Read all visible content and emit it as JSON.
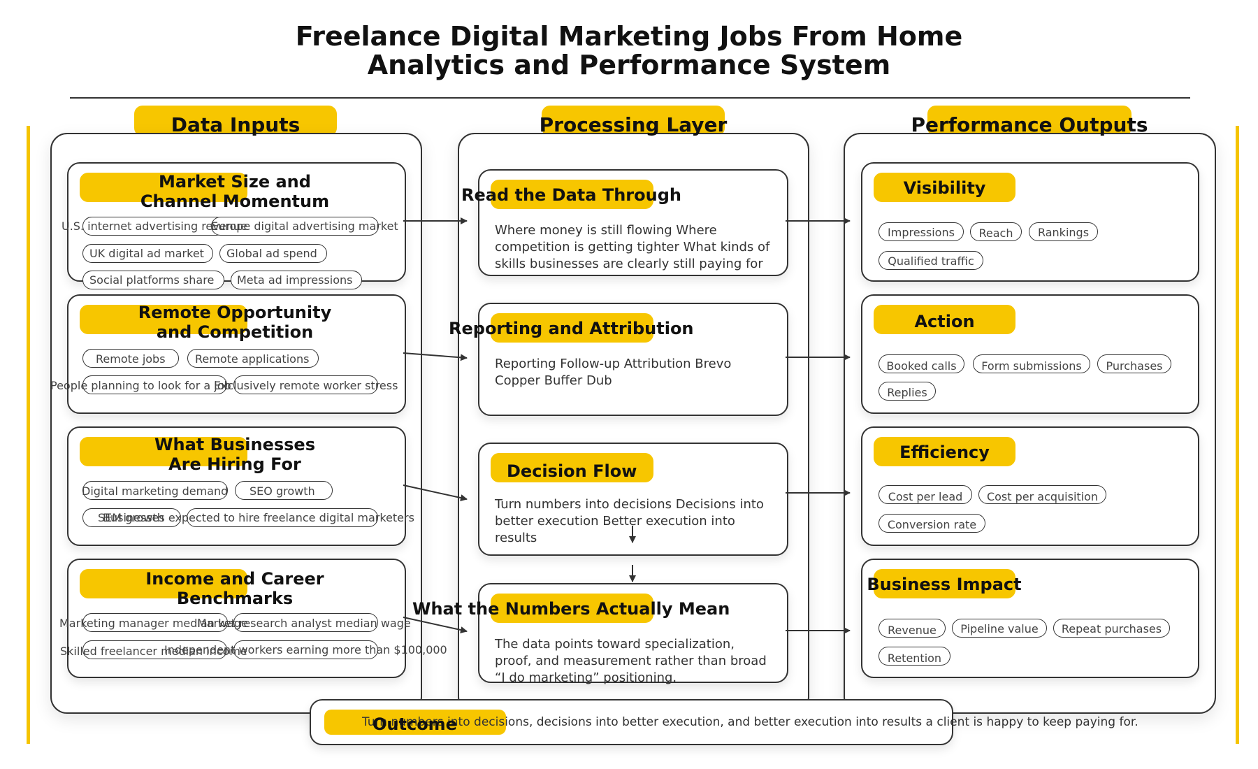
{
  "title": {
    "line1": "Freelance Digital Marketing Jobs From Home",
    "line2": "Analytics and Performance System"
  },
  "colors": {
    "accent": "#f7c600",
    "stroke": "#333333"
  },
  "columns": {
    "inputs": "Data Inputs",
    "processing": "Processing Layer",
    "outputs": "Performance Outputs"
  },
  "inputs": [
    {
      "title": "Market Size and\nChannel Momentum",
      "chips": [
        "U.S. internet advertising revenue",
        "Europe digital advertising market",
        "UK digital ad market",
        "Global ad spend",
        "Social platforms share",
        "Meta ad impressions"
      ]
    },
    {
      "title": "Remote Opportunity\nand Competition",
      "chips": [
        "Remote jobs",
        "Remote applications",
        "People planning to look for a job",
        "Exclusively remote worker stress"
      ]
    },
    {
      "title": "What Businesses\nAre Hiring For",
      "chips": [
        "Digital marketing demand",
        "SEO growth",
        "SEM growth",
        "Businesses expected to hire freelance digital marketers"
      ]
    },
    {
      "title": "Income and Career\nBenchmarks",
      "chips": [
        "Marketing manager median wage",
        "Market research analyst median wage",
        "Skilled freelancer median income",
        "Independent workers earning more than $100,000"
      ]
    }
  ],
  "processing": [
    {
      "title": "Read the Data Through",
      "text": "Where money is still flowing Where competition is getting tighter What kinds of skills businesses are clearly still paying for"
    },
    {
      "title": "Reporting and Attribution",
      "text": "Reporting Follow-up Attribution Brevo Copper Buffer Dub"
    },
    {
      "title": "Decision Flow",
      "text": "Turn numbers into decisions Decisions into better execution Better execution into results"
    },
    {
      "title": "What the Numbers Actually Mean",
      "text": "The data points toward specialization, proof, and measurement rather than broad “I do marketing” positioning."
    }
  ],
  "outputs": [
    {
      "title": "Visibility",
      "chips": [
        "Impressions",
        "Reach",
        "Rankings",
        "Qualified traffic"
      ]
    },
    {
      "title": "Action",
      "chips": [
        "Booked calls",
        "Form submissions",
        "Purchases",
        "Replies"
      ]
    },
    {
      "title": "Efficiency",
      "chips": [
        "Cost per lead",
        "Cost per acquisition",
        "Conversion rate"
      ]
    },
    {
      "title": "Business Impact",
      "chips": [
        "Revenue",
        "Pipeline value",
        "Repeat purchases",
        "Retention"
      ]
    }
  ],
  "outcome": {
    "label": "Outcome",
    "text": "Turn numbers into decisions, decisions into better execution, and better execution into results a client is happy to keep paying for."
  }
}
